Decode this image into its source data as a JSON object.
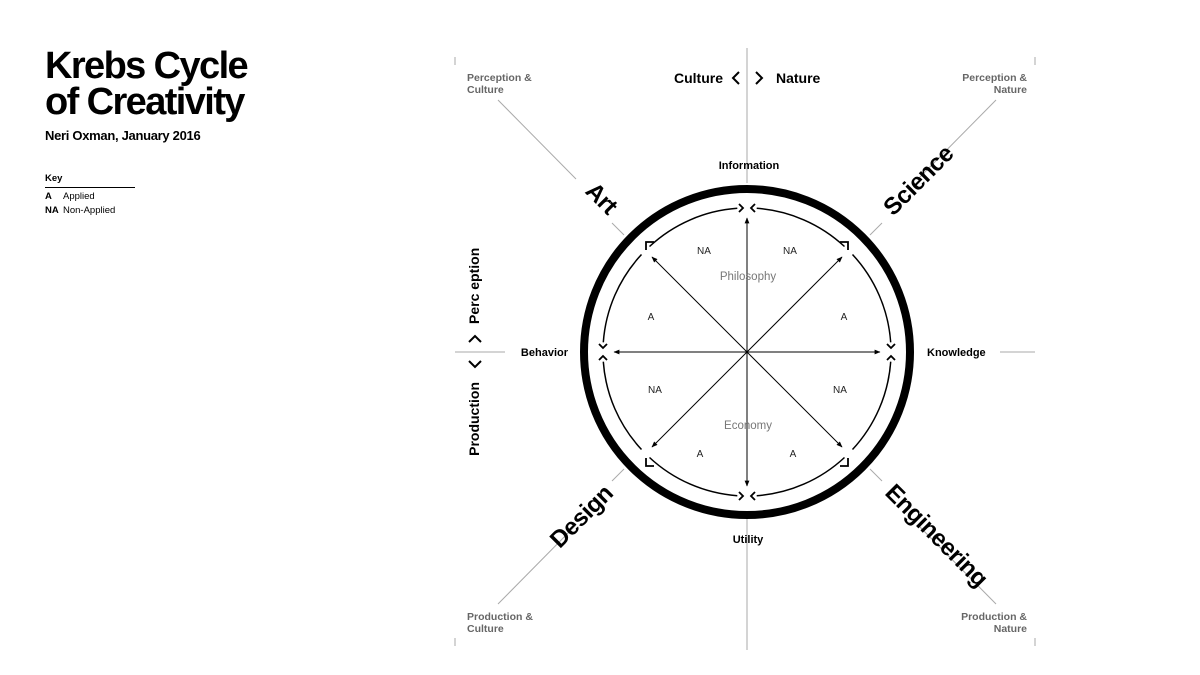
{
  "title": {
    "line1": "Krebs Cycle",
    "line2": "of Creativity",
    "subtitle": "Neri Oxman, January 2016"
  },
  "key": {
    "heading": "Key",
    "items": [
      {
        "abbr": "A",
        "label": "Applied"
      },
      {
        "abbr": "NA",
        "label": "Non-Applied"
      }
    ]
  },
  "diagram": {
    "corners": {
      "top_left": [
        "Perception &",
        "Culture"
      ],
      "top_right": [
        "Perception &",
        "Nature"
      ],
      "bottom_left": [
        "Production &",
        "Culture"
      ],
      "bottom_right": [
        "Production &",
        "Nature"
      ]
    },
    "axes": {
      "top_left": "Culture",
      "top_right": "Nature",
      "left_upper": "Perc eption",
      "left_lower": "Production"
    },
    "nodes": {
      "top": "Information",
      "right": "Knowledge",
      "bottom": "Utility",
      "left": "Behavior"
    },
    "domains": {
      "art": "Art",
      "science": "Science",
      "design": "Design",
      "engineering": "Engineering"
    },
    "regions": {
      "top_left": "NA",
      "top_right": "NA",
      "upper_left": "A",
      "upper_right": "A",
      "lower_left": "NA",
      "lower_right": "NA",
      "bottom_left": "A",
      "bottom_right": "A"
    },
    "centers": {
      "upper": "Philosophy",
      "lower": "Economy"
    }
  }
}
